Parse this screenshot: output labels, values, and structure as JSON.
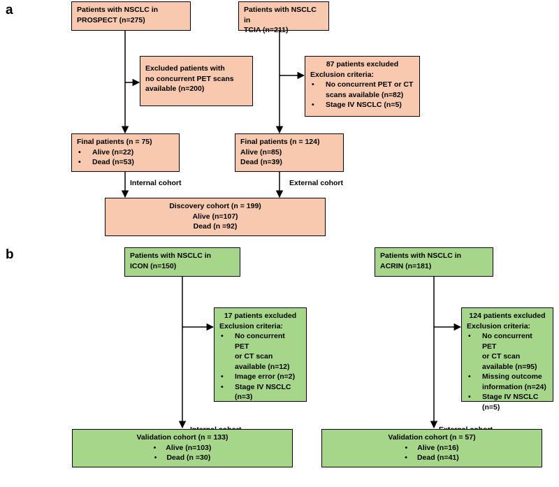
{
  "panel_a": {
    "label": "a",
    "prospect_source": {
      "lines": [
        "Patients with NSCLC in",
        "PROSPECT (n=275)"
      ]
    },
    "prospect_excluded": {
      "lines": [
        "Excluded patients with",
        "no concurrent PET scans",
        "available (n=200)"
      ]
    },
    "prospect_final": {
      "title": "Final patients (n = 75)",
      "items": [
        "Alive (n=22)",
        "Dead (n=53)"
      ]
    },
    "tcia_source": {
      "lines": [
        "Patients with NSCLC in",
        "TCIA (n=211)"
      ]
    },
    "tcia_excluded": {
      "title": "87 patients excluded",
      "subtitle": "Exclusion criteria:",
      "items": [
        {
          "lines": [
            "No concurrent PET or CT",
            "scans available (n=82)"
          ]
        },
        {
          "lines": [
            "Stage IV NSCLC (n=5)"
          ]
        }
      ]
    },
    "tcia_final": {
      "lines": [
        "Final patients (n = 124)",
        "Alive (n=85)",
        "Dead (n=39)"
      ]
    },
    "internal_label": "Internal cohort",
    "external_label": "External cohort",
    "discovery": {
      "lines": [
        "Discovery cohort (n = 199)",
        "Alive (n=107)",
        "Dead (n =92)"
      ]
    }
  },
  "panel_b": {
    "label": "b",
    "icon_source": {
      "lines": [
        "Patients with NSCLC in",
        "ICON (n=150)"
      ]
    },
    "icon_excluded": {
      "title": "17 patients excluded",
      "subtitle": "Exclusion criteria:",
      "items": [
        {
          "lines": [
            "No concurrent PET",
            "or CT scan",
            "available (n=12)"
          ]
        },
        {
          "lines": [
            "Image error (n=2)"
          ]
        },
        {
          "lines": [
            "Stage IV NSCLC",
            "(n=3)"
          ]
        }
      ]
    },
    "internal_label": "Internal cohort",
    "icon_validation": {
      "title": "Validation cohort (n = 133)",
      "items": [
        "Alive (n=103)",
        "Dead (n =30)"
      ]
    },
    "acrin_source": {
      "lines": [
        "Patients with NSCLC in",
        "ACRIN (n=181)"
      ]
    },
    "acrin_excluded": {
      "title": "124 patients excluded",
      "subtitle": "Exclusion criteria:",
      "items": [
        {
          "lines": [
            "No concurrent PET",
            "or CT scan",
            "available (n=95)"
          ]
        },
        {
          "lines": [
            "Missing outcome",
            "information (n=24)"
          ]
        },
        {
          "lines": [
            "Stage IV NSCLC",
            "(n=5)"
          ]
        }
      ]
    },
    "external_label": "External cohort",
    "acrin_validation": {
      "title": "Validation cohort (n = 57)",
      "items": [
        "Alive (n=16)",
        "Dead (n=41)"
      ]
    }
  }
}
